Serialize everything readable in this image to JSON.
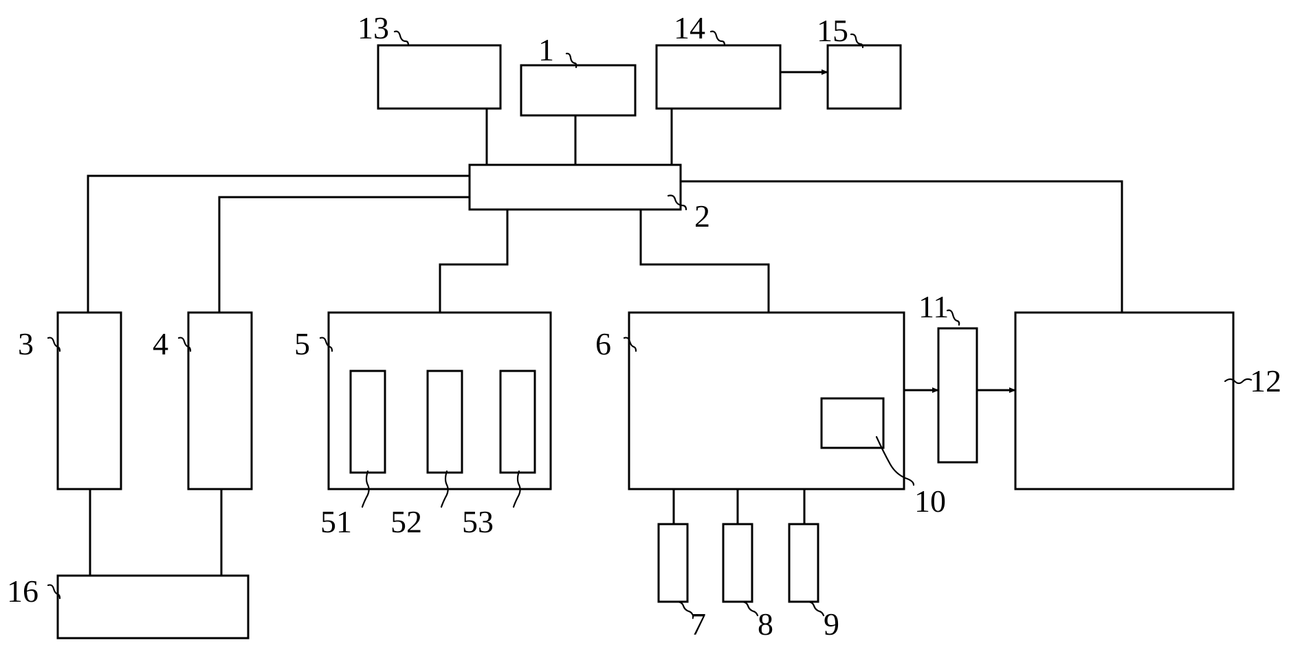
{
  "labels": {
    "n1": "1",
    "n2": "2",
    "n3": "3",
    "n4": "4",
    "n5": "5",
    "n6": "6",
    "n7": "7",
    "n8": "8",
    "n9": "9",
    "n10": "10",
    "n11": "11",
    "n12": "12",
    "n13": "13",
    "n14": "14",
    "n15": "15",
    "n16": "16",
    "n51": "51",
    "n52": "52",
    "n53": "53"
  },
  "colors": {
    "line": "#000000",
    "background": "#ffffff"
  }
}
